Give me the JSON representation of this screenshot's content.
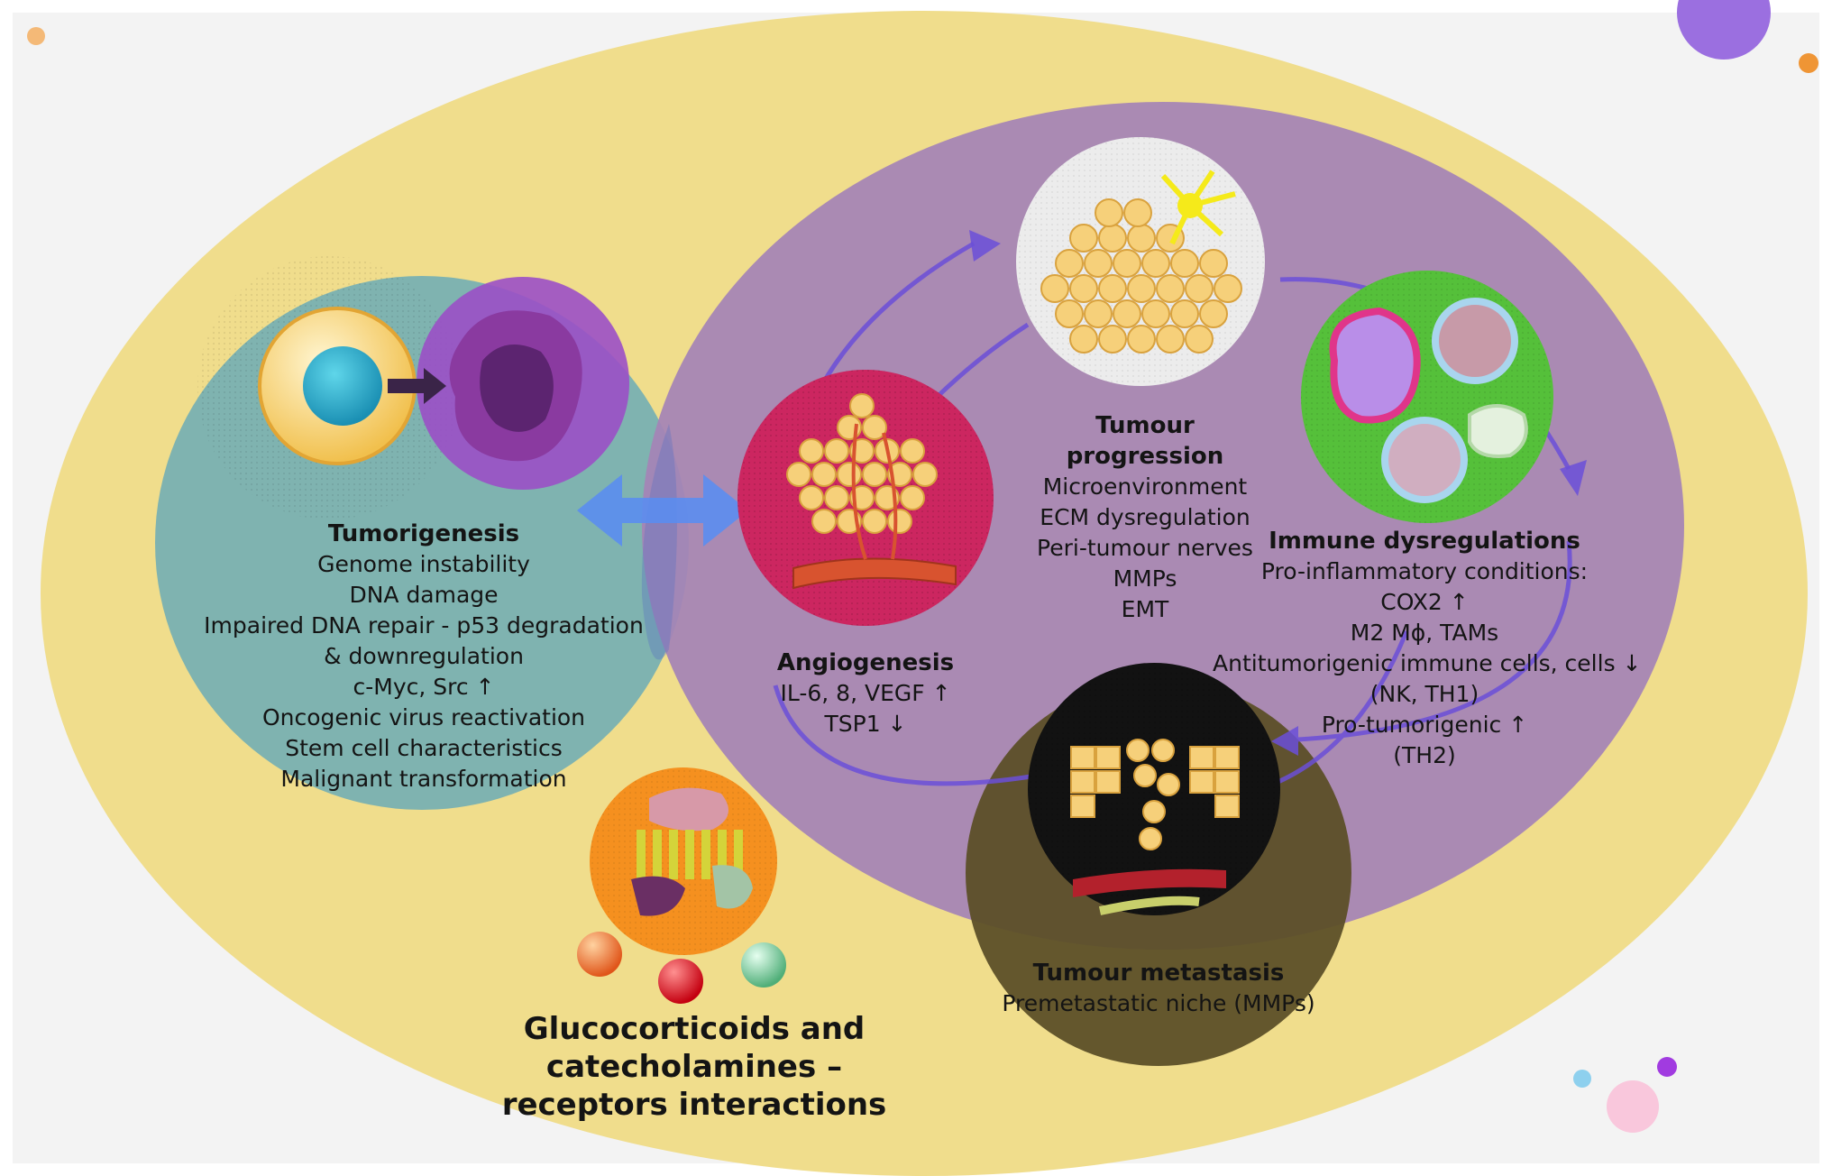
{
  "tumorigenesis": {
    "title": "Tumorigenesis",
    "lines": [
      "Genome instability",
      "DNA damage",
      "Impaired DNA repair - p53 degradation",
      "& downregulation",
      "c-Myc, Src ↑",
      "Oncogenic virus reactivation",
      "Stem cell characteristics",
      "Malignant transformation"
    ]
  },
  "angiogenesis": {
    "title": "Angiogenesis",
    "lines": [
      "IL-6, 8, VEGF ↑",
      "TSP1 ↓"
    ]
  },
  "progression": {
    "title_lines": [
      "Tumour",
      "progression"
    ],
    "lines": [
      "Microenvironment",
      "ECM dysregulation",
      "Peri-tumour nerves",
      "MMPs",
      "EMT"
    ]
  },
  "immune": {
    "title": "Immune dysregulations",
    "lines": [
      "Pro-inflammatory conditions:",
      "COX2 ↑",
      "M2 Mϕ, TAMs",
      "Antitumorigenic immune cells, cells ↓",
      "(NK, TH1)",
      "Pro-tumorigenic ↑",
      "(TH2)"
    ]
  },
  "metastasis": {
    "title": "Tumour metastasis",
    "lines": [
      "Premetastatic niche (MMPs)"
    ]
  },
  "glucocorticoids": {
    "title_lines": [
      "Glucocorticoids and",
      "catecholamines –",
      "receptors interactions"
    ]
  },
  "colors": {
    "outer_ellipse": "#f0dd8c",
    "tumorigenesis_circle": "#7fb3b0",
    "purple_ellipse": "#a583b6",
    "metastasis_circle": "#5c4f28",
    "angiogenesis_circle": "#cc2660",
    "progression_circle": "#e8e8e8",
    "immune_circle": "#55c03a",
    "glucocorticoid_circle": "#f5901f",
    "double_arrow": "#5b8df0"
  }
}
